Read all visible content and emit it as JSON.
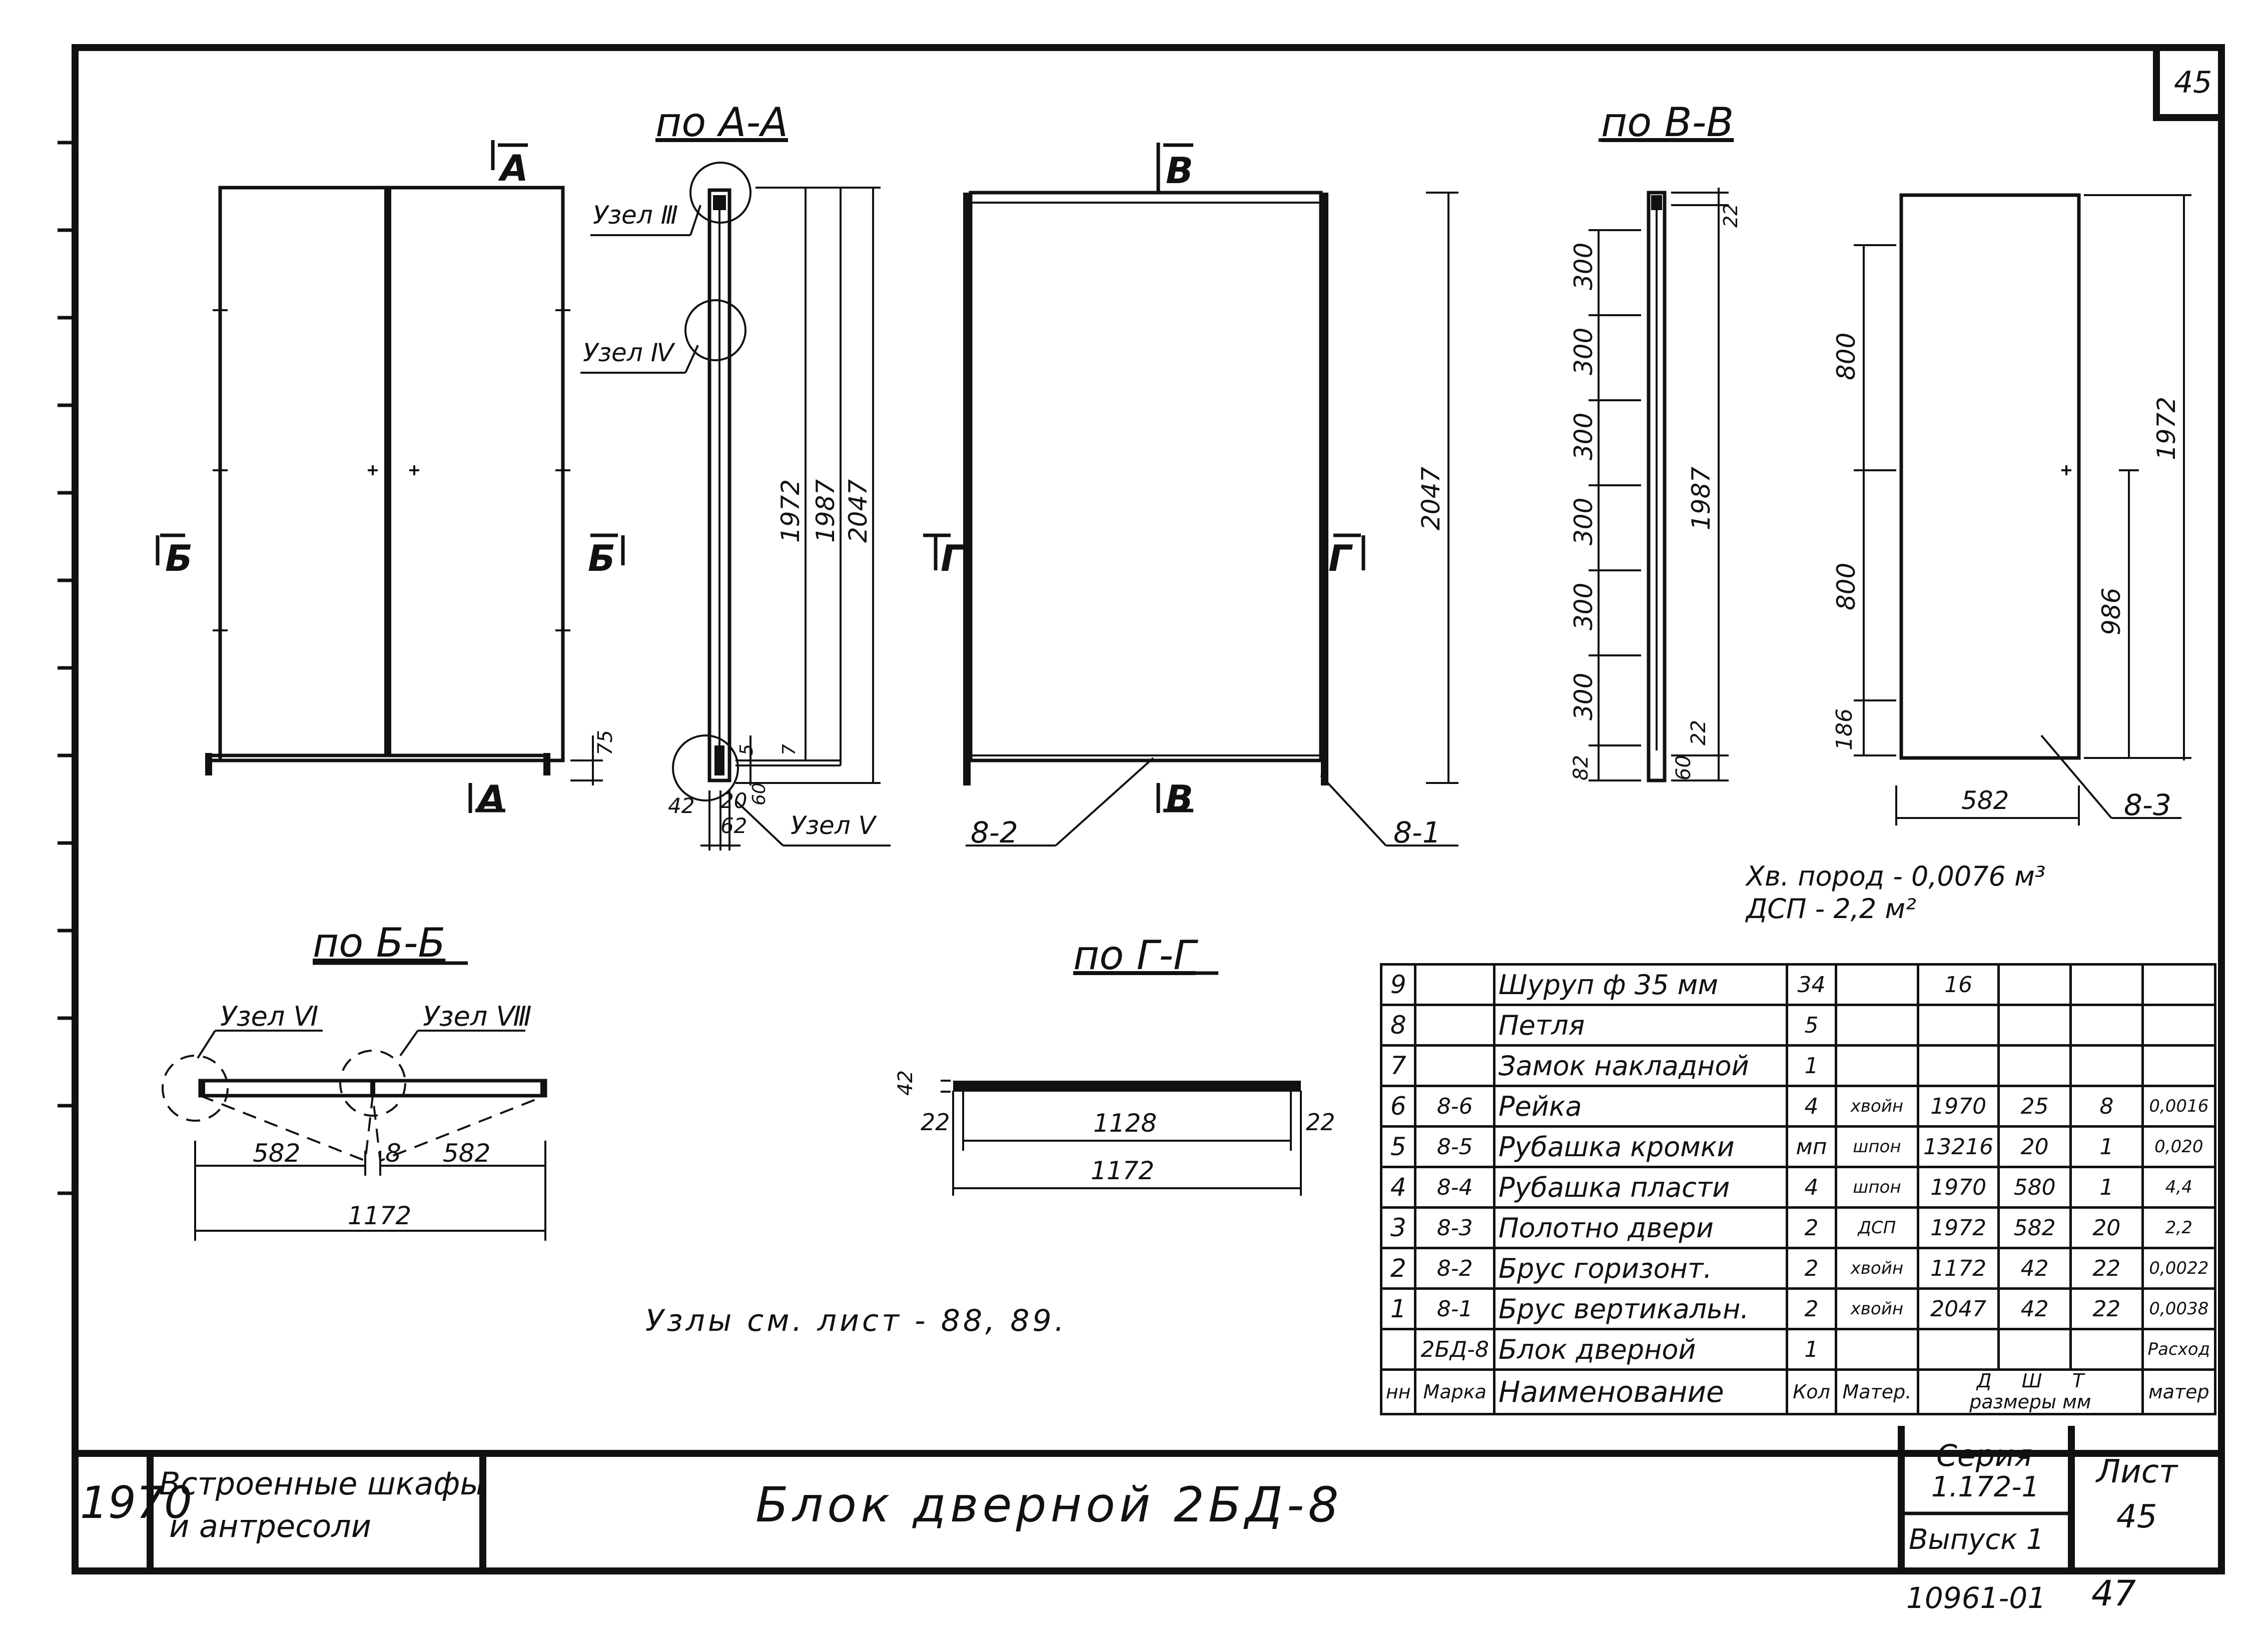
{
  "sheet_number": "45",
  "sections": {
    "aa": "по А-А",
    "bb": "по Б-Б",
    "vv": "по В-В",
    "gg": "по Г-Г"
  },
  "markers": {
    "a": "А",
    "b": "Б",
    "v": "В",
    "g": "Г"
  },
  "nodes": {
    "node3": "Узел Ⅲ",
    "node4": "Узел Ⅳ",
    "node5": "Узел Ⅴ",
    "node6": "Узел Ⅵ",
    "node8": "Узел Ⅷ"
  },
  "dims": {
    "front_75": "75",
    "aa_1972": "1972",
    "aa_1987": "1987",
    "aa_2047": "2047",
    "aa_42": "42",
    "aa_20": "20",
    "aa_62": "62",
    "aa_5": "5",
    "aa_7": "7",
    "aa_60": "60",
    "frame_2047": "2047",
    "vv_22": "22",
    "vv_300": "300",
    "vv_82": "82",
    "vv_1987": "1987",
    "vv_22b": "22",
    "vv_60": "60",
    "panel_800a": "800",
    "panel_800b": "800",
    "panel_186": "186",
    "panel_1972": "1972",
    "panel_986": "986",
    "panel_582": "582",
    "bb_582a": "582",
    "bb_8": "8",
    "bb_582b": "582",
    "bb_1172": "1172",
    "gg_42": "42",
    "gg_22a": "22",
    "gg_1128": "1128",
    "gg_22b": "22",
    "gg_1172": "1172"
  },
  "part_labels": {
    "p82": "8-2",
    "p81": "8-1",
    "p83": "8-3"
  },
  "materials_note": {
    "line1": "Хв. пород - 0,0076 м³",
    "line2": "ДСП - 2,2 м²"
  },
  "nodes_note": "Узлы см. лист - 88, 89.",
  "spec_table": {
    "rows": [
      {
        "no": "9",
        "mark": "",
        "name": "Шуруп ф 35 мм",
        "qty": "34",
        "mat": "",
        "l": "16",
        "w": "",
        "t": "",
        "cons": ""
      },
      {
        "no": "8",
        "mark": "",
        "name": "Петля",
        "qty": "5",
        "mat": "",
        "l": "",
        "w": "",
        "t": "",
        "cons": ""
      },
      {
        "no": "7",
        "mark": "",
        "name": "Замок накладной",
        "qty": "1",
        "mat": "",
        "l": "",
        "w": "",
        "t": "",
        "cons": ""
      },
      {
        "no": "6",
        "mark": "8-6",
        "name": "Рейка",
        "qty": "4",
        "mat": "хвойн",
        "l": "1970",
        "w": "25",
        "t": "8",
        "cons": "0,0016"
      },
      {
        "no": "5",
        "mark": "8-5",
        "name": "Рубашка кромки",
        "qty": "мп",
        "mat": "шпон",
        "l": "13216",
        "w": "20",
        "t": "1",
        "cons": "0,020"
      },
      {
        "no": "4",
        "mark": "8-4",
        "name": "Рубашка пласти",
        "qty": "4",
        "mat": "шпон",
        "l": "1970",
        "w": "580",
        "t": "1",
        "cons": "4,4"
      },
      {
        "no": "3",
        "mark": "8-3",
        "name": "Полотно двери",
        "qty": "2",
        "mat": "ДСП",
        "l": "1972",
        "w": "582",
        "t": "20",
        "cons": "2,2"
      },
      {
        "no": "2",
        "mark": "8-2",
        "name": "Брус горизонт.",
        "qty": "2",
        "mat": "хвойн",
        "l": "1172",
        "w": "42",
        "t": "22",
        "cons": "0,0022"
      },
      {
        "no": "1",
        "mark": "8-1",
        "name": "Брус вертикальн.",
        "qty": "2",
        "mat": "хвойн",
        "l": "2047",
        "w": "42",
        "t": "22",
        "cons": "0,0038"
      },
      {
        "no": "",
        "mark": "2БД-8",
        "name": "Блок дверной",
        "qty": "1",
        "mat": "",
        "l": "",
        "w": "",
        "t": "",
        "cons": "Расход"
      }
    ],
    "header": {
      "no": "нн",
      "mark": "Марка",
      "name": "Наименование",
      "qty": "Кол",
      "mat": "Матер.",
      "l": "Д",
      "w": "Ш",
      "t": "Т",
      "sizes": "размеры мм",
      "cons": "матер"
    }
  },
  "title_block": {
    "year": "1970",
    "project_line1": "Встроенные шкафы",
    "project_line2": "и антресоли",
    "title": "Блок дверной 2БД-8",
    "series_label": "Серия",
    "series_value": "1.172-1",
    "sheet_label": "Лист",
    "sheet_value": "45",
    "issue": "Выпуск 1",
    "archive_number": "10961-01",
    "page_number": "47"
  }
}
